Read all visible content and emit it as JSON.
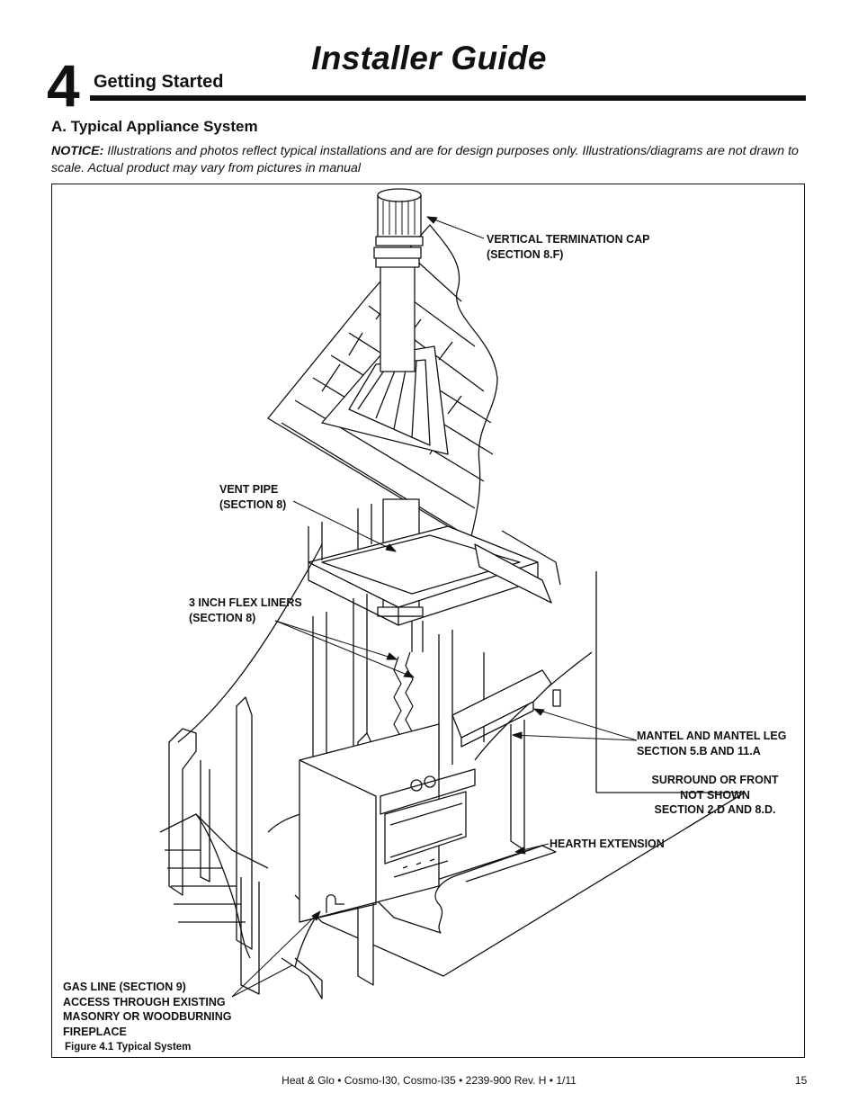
{
  "header": {
    "doc_title": "Installer Guide",
    "chapter_number": "4",
    "chapter_title": "Getting Started"
  },
  "section": {
    "heading": "A.  Typical Appliance System",
    "notice_label": "NOTICE:",
    "notice_text": "  Illustrations and photos reflect typical installations and are for design purposes only. Illustrations/diagrams are not drawn to scale. Actual product may vary from pictures in manual"
  },
  "figure": {
    "callouts": {
      "termination_cap": "VERTICAL TERMINATION CAP\n(SECTION 8.F)",
      "vent_pipe": "VENT PIPE\n(SECTION 8)",
      "flex_liners": "3 INCH FLEX LINERS\n(SECTION 8)",
      "mantel": "MANTEL AND MANTEL LEG\nSECTION 5.B AND 11.A",
      "surround": "SURROUND OR FRONT\nNOT SHOWN\nSECTION 2.D AND 8.D.",
      "hearth": "HEARTH EXTENSION",
      "gas_line": "GAS LINE (SECTION 9)\nACCESS THROUGH EXISTING\nMASONRY OR WOODBURNING\nFIREPLACE"
    },
    "caption": "Figure 4.1  Typical System"
  },
  "footer": {
    "text": "Heat & Glo  •  Cosmo-I30, Cosmo-I35  •  2239-900 Rev. H  •  1/11",
    "page_number": "15"
  }
}
